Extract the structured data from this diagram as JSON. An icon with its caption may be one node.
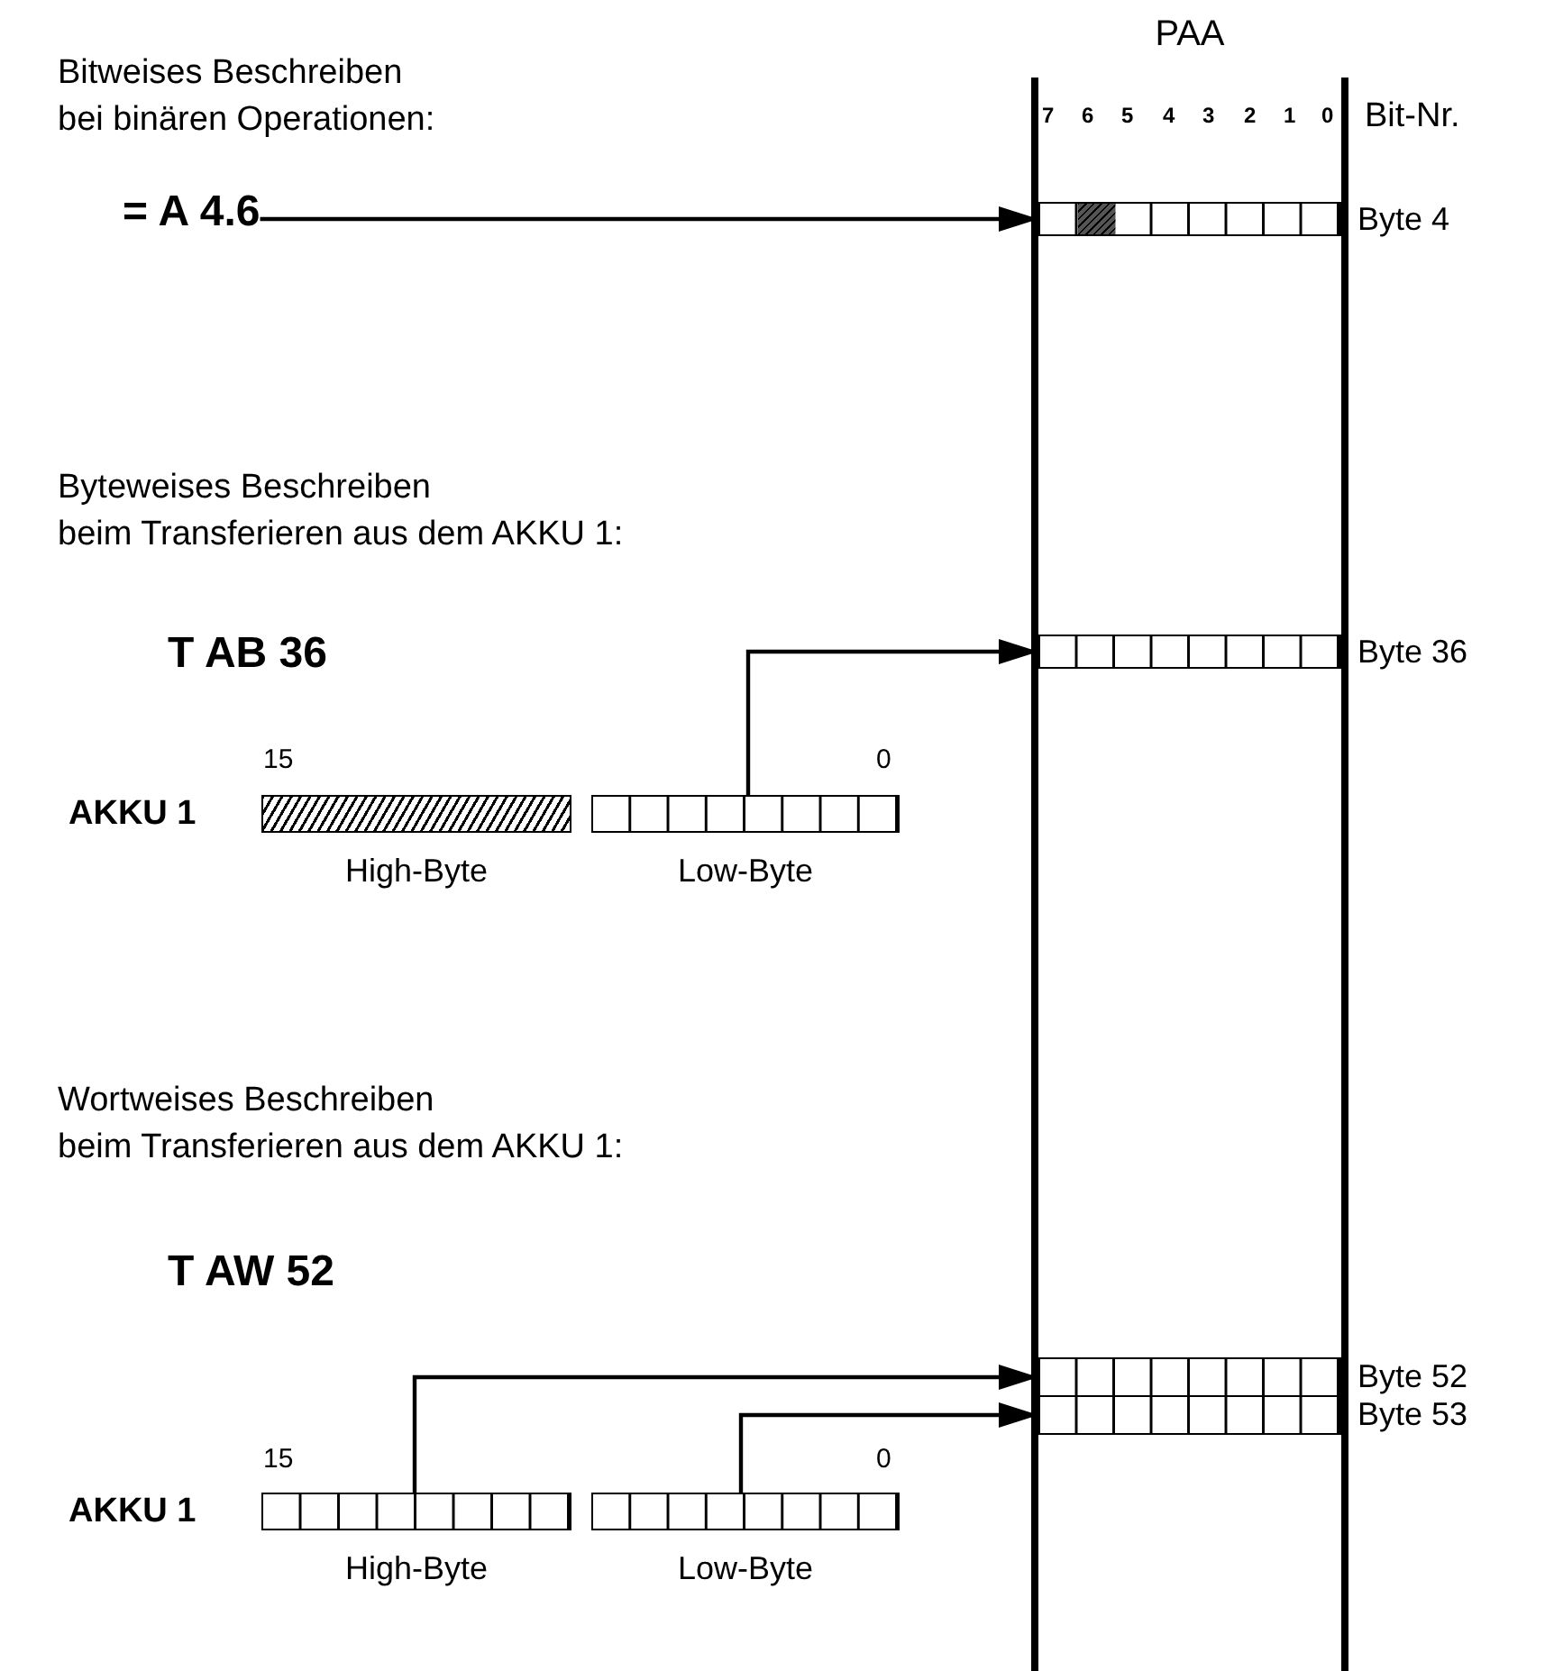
{
  "diagram": {
    "nodes": [
      {
        "text": [
          "PAA"
        ]
      },
      {
        "text": [
          "= A 4.6"
        ]
      },
      {
        "text": [],
        "shape": "box",
        "in": 0,
        "beside": [
          "Byte 4"
        ]
      },
      {
        "text": [],
        "shape": "box",
        "in": 0,
        "beside": [
          "Byte 36"
        ]
      },
      {
        "text": [],
        "shape": "bar",
        "beside": [
          "High-Byte"
        ]
      },
      {
        "text": [],
        "shape": "box",
        "beside": [
          "Low-Byte"
        ]
      },
      {
        "text": [],
        "shape": "box",
        "in": 0,
        "beside": [
          "Byte 52"
        ]
      },
      {
        "text": [],
        "shape": "box",
        "in": 0,
        "beside": [
          "Byte 53"
        ]
      },
      {
        "text": [],
        "shape": "box",
        "beside": [
          "High-Byte"
        ]
      },
      {
        "text": [],
        "shape": "box",
        "beside": [
          "Low-Byte"
        ]
      }
    ],
    "edges": [
      {
        "from": 1,
        "to": 2,
        "arrow": "to"
      },
      {
        "from": 5,
        "to": 3,
        "arrow": "to"
      },
      {
        "from": 8,
        "to": 6,
        "arrow": "to"
      },
      {
        "from": 9,
        "to": 7,
        "arrow": "to"
      }
    ],
    "labels": [
      "Bitweises Beschreiben bei binären Operationen:",
      "7",
      "6",
      "5",
      "4",
      "3",
      "2",
      "1",
      "0",
      "Bit-Nr.",
      "Byteweises Beschreiben beim Transferieren aus dem AKKU 1:",
      "T AB 36",
      "15",
      "0",
      "AKKU 1",
      "Wortweises Beschreiben beim Transferieren aus dem AKKU 1:",
      "T AW 52",
      "15",
      "0",
      "AKKU 1"
    ]
  }
}
